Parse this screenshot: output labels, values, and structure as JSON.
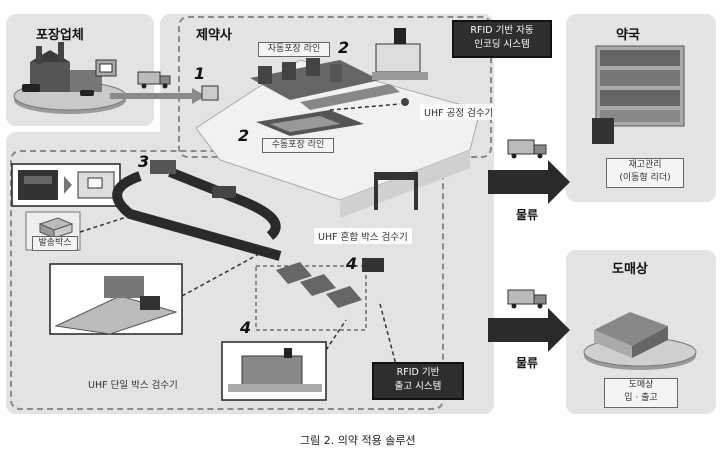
{
  "sections": {
    "packaging_vendor": "포장업체",
    "pharma": "제약사",
    "pharmacy": "약국",
    "wholesale": "도매상"
  },
  "labels": {
    "auto_packaging_line": "자동포장 라인",
    "manual_packaging_line": "수동포장 라인",
    "uhf_process_inspector": "UHF 공정 검수기",
    "uhf_mixed_box_inspector": "UHF 혼합 박스 검수기",
    "uhf_single_box_inspector": "UHF 단일 박스 검수기",
    "shipping_box": "발송박스",
    "inventory_line1": "재고관리",
    "inventory_line2": "(이동형 리더)",
    "wholesale_line1": "도매상",
    "wholesale_line2": "입 · 출고"
  },
  "systems": {
    "rfid_encoding_line1": "RFID 기반 자동",
    "rfid_encoding_line2": "인코딩 시스템",
    "rfid_shipping_line1": "RFID 기반",
    "rfid_shipping_line2": "출고 시스템"
  },
  "step_numbers": {
    "s1": "1",
    "s2a": "2",
    "s2b": "2",
    "s3": "3",
    "s4a": "4",
    "s4b": "4"
  },
  "flows": {
    "logistics_top": "물류",
    "logistics_bottom": "물류"
  },
  "caption": "그림 2. 의약 적용 솔루션"
}
